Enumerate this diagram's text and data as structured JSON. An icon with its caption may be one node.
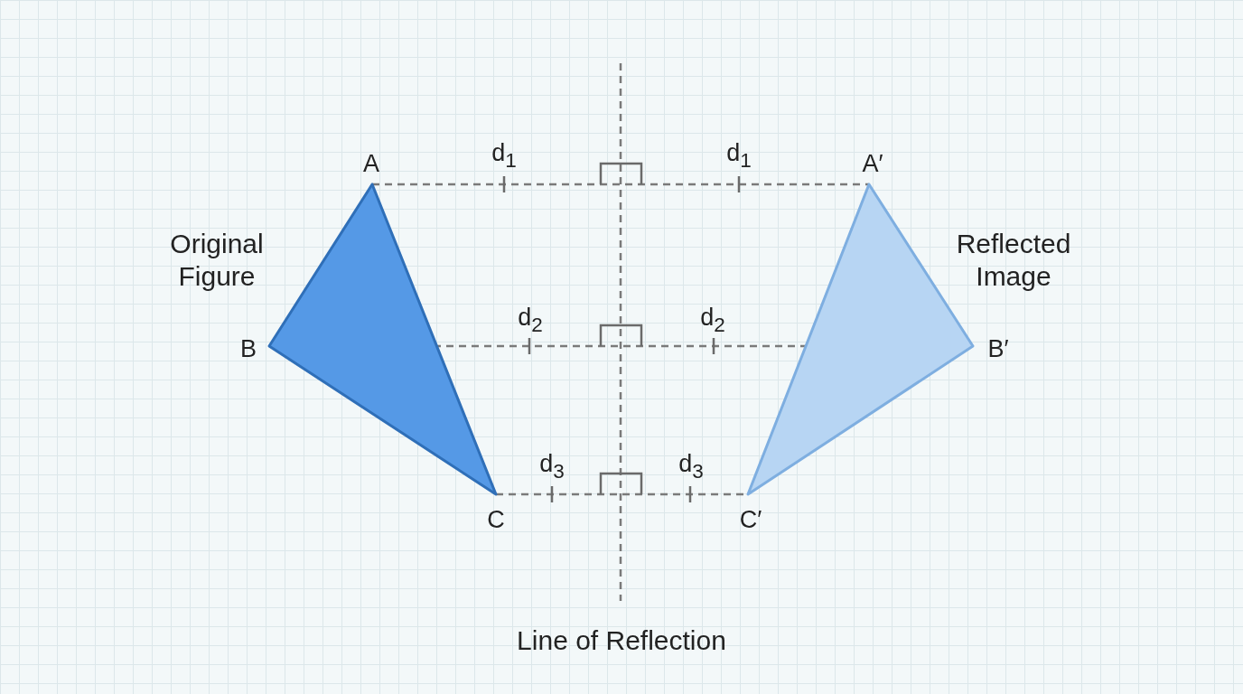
{
  "diagram": {
    "nodes": [
      {
        "text": [],
        "shape": "triangle",
        "beside": [
          "A",
          "Original Figure",
          "B",
          "C"
        ]
      },
      {
        "text": [],
        "shape": "triangle",
        "beside": [
          "A′",
          "Reflected Image",
          "B′",
          "C′"
        ]
      }
    ],
    "edges": [
      {
        "from": 0,
        "to": 1,
        "arrow": "none",
        "style": "dashed"
      },
      {
        "from": 0,
        "to": 1,
        "arrow": "none",
        "style": "dashed"
      },
      {
        "from": 0,
        "to": 1,
        "arrow": "none",
        "style": "dashed"
      }
    ],
    "labels": [
      "d$_{1}$",
      "d$_{1}$",
      "d$_{2}$",
      "d$_{2}$",
      "d$_{3}$",
      "d$_{3}$",
      "Line of Reflection"
    ]
  }
}
